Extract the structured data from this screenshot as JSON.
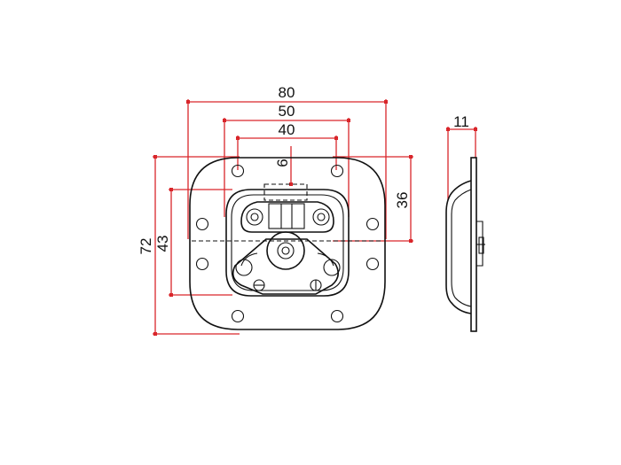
{
  "dimensions": {
    "width_outer": "80",
    "width_mid": "50",
    "width_inner": "40",
    "offset_small": "6",
    "height_right": "36",
    "height_outer": "72",
    "height_inner": "43",
    "side_depth": "11"
  },
  "colors": {
    "dimension_lines": "#d9262b",
    "outline": "#111111"
  }
}
